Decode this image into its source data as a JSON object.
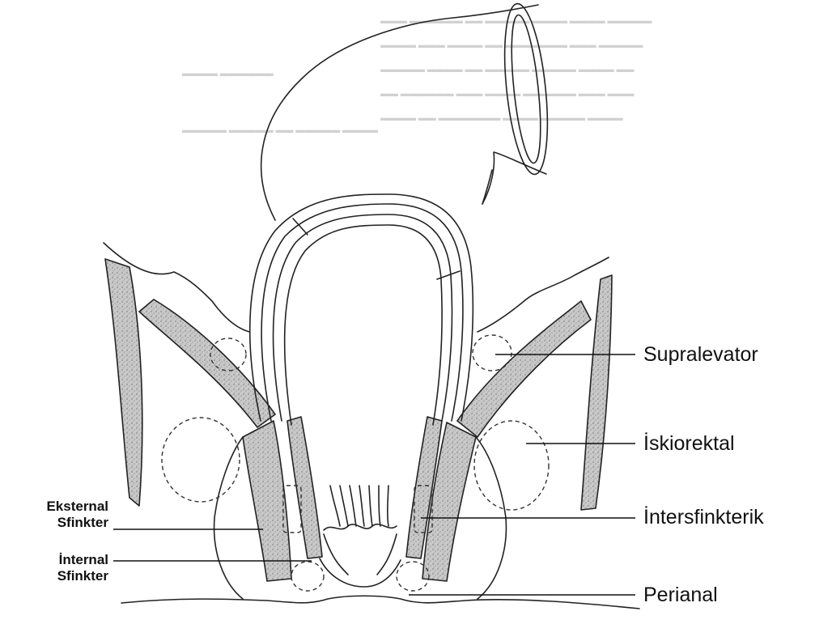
{
  "labels": {
    "supralevator": "Supralevator",
    "iskiorektal": "İskiorektal",
    "intersfinkterik": "İntersfinkterik",
    "perianal": "Perianal",
    "eksternal_line1": "Eksternal",
    "eksternal_line2": "Sfinkter",
    "internal_line1": "İnternal",
    "internal_line2": "Sfinkter"
  },
  "colors": {
    "ink": "#222222",
    "muscle_shade": "#b3b3b3",
    "background": "#ffffff"
  }
}
